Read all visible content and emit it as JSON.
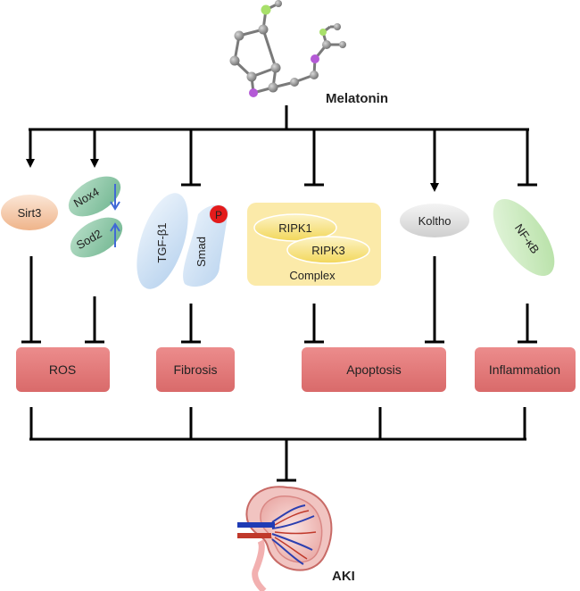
{
  "title_molecule": "Melatonin",
  "bottom_label": "AKI",
  "colors": {
    "line": "#000000",
    "outcome_box": "#e47a7a",
    "outcome_box_dark": "#d86767",
    "complex_bg": "#fbeaa9",
    "ellipse_yellow": "#f8e27c",
    "sirt3": "#f4c6a3",
    "green": "#8dc7a7",
    "blue": "#c9dff4",
    "gray": "#dcdcdc",
    "lightgreen": "#c8e9bd",
    "p_circle": "#e31b1b",
    "arrow_blue": "#4169d6"
  },
  "targets": {
    "sirt3": "Sirt3",
    "nox4": "Nox4",
    "sod2": "Sod2",
    "tgfb1": "TGF-β1",
    "smad": "Smad",
    "phospho": "P",
    "ripk1": "RIPK1",
    "ripk3": "RIPK3",
    "complex": "Complex",
    "koltho": "Koltho",
    "nfkb": "NF-κB"
  },
  "outcomes": {
    "ros": "ROS",
    "fibrosis": "Fibrosis",
    "apoptosis": "Apoptosis",
    "inflammation": "Inflammation"
  },
  "icons": {
    "molecule": "melatonin-ball-and-stick-icon",
    "kidney": "kidney-anatomy-icon"
  }
}
